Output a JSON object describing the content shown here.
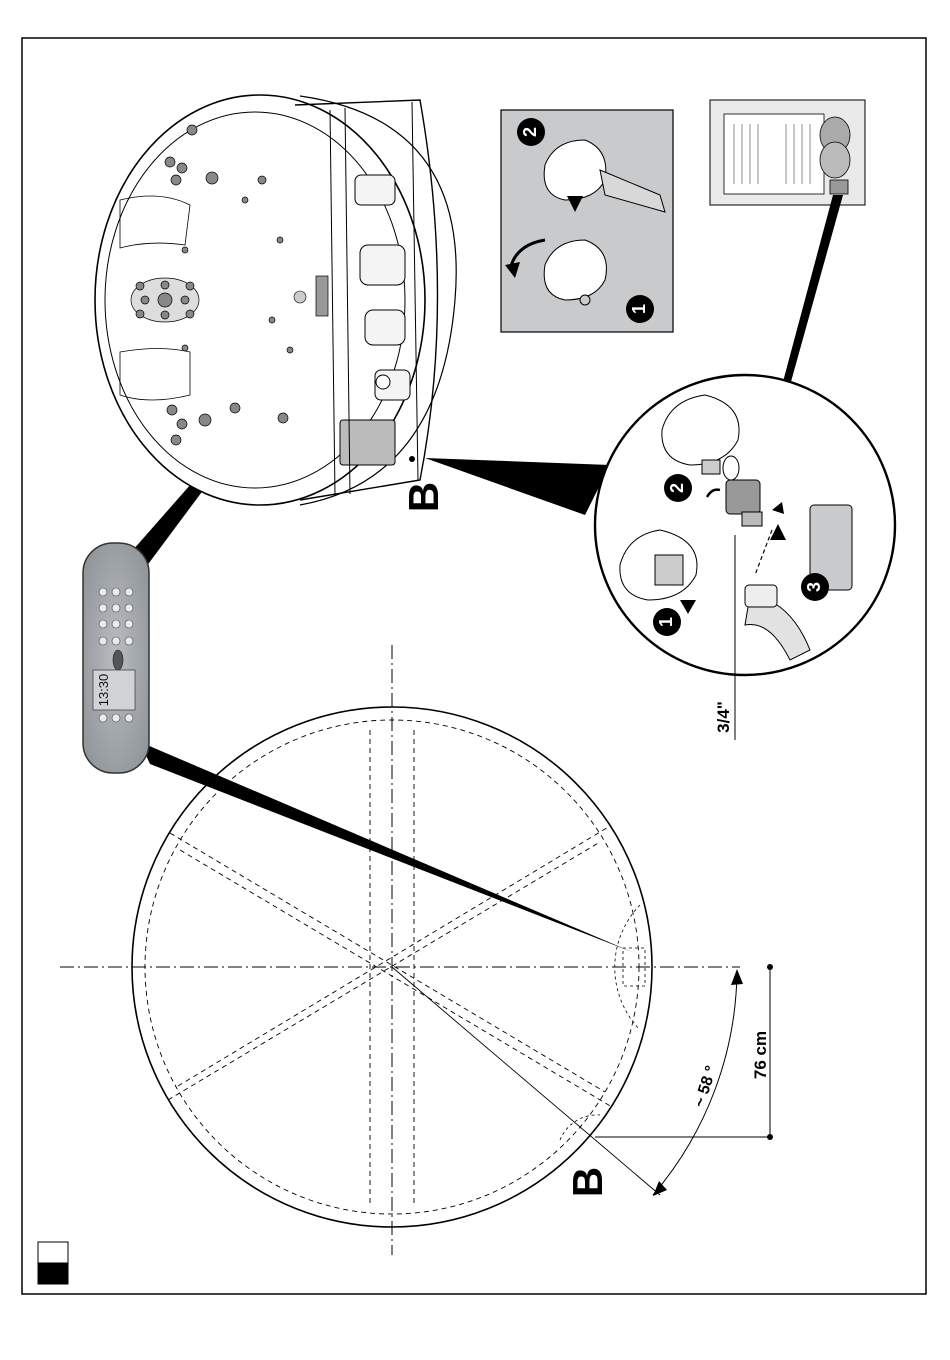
{
  "callouts": {
    "label_b": "B",
    "angle": "~ 58 °",
    "distance": "76 cm",
    "thread_size": "3/4\""
  },
  "steps": {
    "one": "1",
    "two": "2",
    "three": "3"
  },
  "control_panel": {
    "time": "13:30"
  }
}
